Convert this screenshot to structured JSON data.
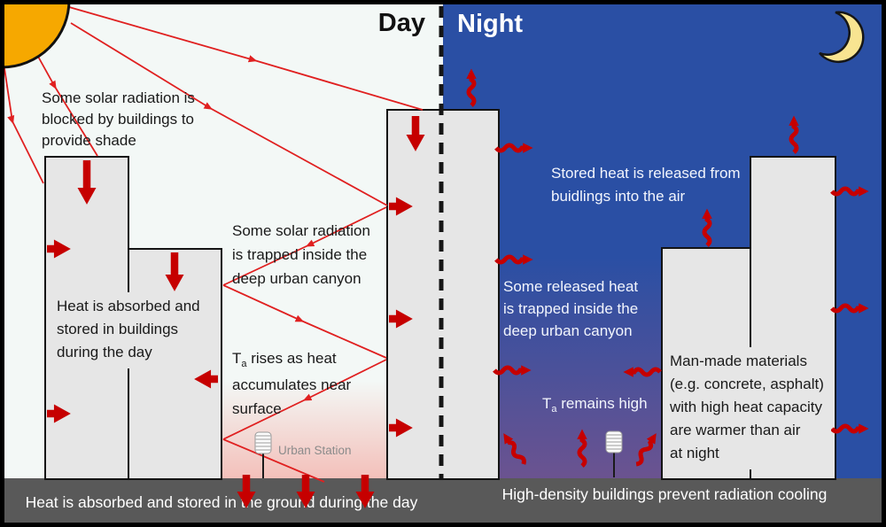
{
  "colors": {
    "day_sky": "#f3f8f6",
    "night_sky": "#2a4fa4",
    "building_gray": "#e6e6e6",
    "sun_orange": "#f6a800",
    "moon_yellow": "#f8e491",
    "thin_ray_red": "#e02020",
    "thick_arrow_red": "#c60000",
    "ground_gray": "#595959",
    "day_heat_glow": "#f3c0ba",
    "night_heat_glow": "#6b5390"
  },
  "day": {
    "label": "Day",
    "blocked_lines": [
      "Some solar radiation is",
      "blocked by buildings to",
      "provide shade"
    ],
    "absorbed_lines": [
      "Heat is absorbed and",
      "stored in buildings",
      "during the day"
    ],
    "trapped_lines": [
      "Some solar radiation",
      "is trapped inside the",
      "deep urban canyon"
    ],
    "ta": {
      "symbol": "T",
      "sub": "a",
      "lines": [
        " rises as heat",
        "accumulates near",
        "surface"
      ]
    },
    "urban_station_label": "Urban Station",
    "ground_caption": "Heat is absorbed and stored in the ground during the day"
  },
  "night": {
    "label": "Night",
    "released_lines": [
      "Stored heat is released from",
      "buidlings into the air"
    ],
    "trapped_lines": [
      "Some released heat",
      "is trapped inside the",
      "deep urban canyon"
    ],
    "ta": {
      "symbol": "T",
      "sub": "a",
      "rest": " remains high"
    },
    "manmade_lines": [
      "Man-made materials",
      "(e.g. concrete, asphalt)",
      "with high heat capacity",
      "are warmer than air",
      "at night"
    ],
    "ground_caption": "High-density buildings prevent radiation cooling"
  }
}
